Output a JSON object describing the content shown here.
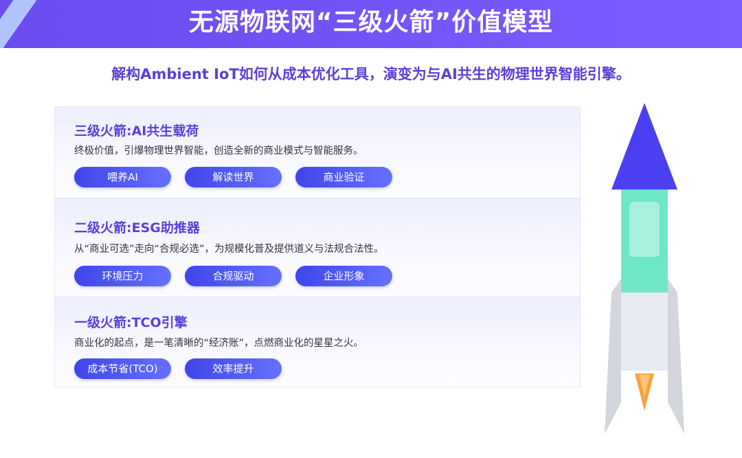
{
  "header": {
    "title": "无源物联网“三级火箭”价值模型",
    "subtitle": "解构Ambient IoT如何从成本优化工具，演变为与AI共生的物理世界智能引擎。"
  },
  "tiers": [
    {
      "title": "三级火箭:AI共生载荷",
      "desc": "终极价值，引爆物理世界智能，创造全新的商业模式与智能服务。",
      "tags": [
        "喂养AI",
        "解读世界",
        "商业验证"
      ]
    },
    {
      "title": "二级火箭:ESG助推器",
      "desc": "从“商业可选”走向“合规必选”，为规模化普及提供道义与法规合法性。",
      "tags": [
        "环境压力",
        "合规驱动",
        "企业形象"
      ]
    },
    {
      "title": "一级火箭:TCO引擎",
      "desc": "商业化的起点，是一笔清晰的“经济账”，点燃商业化的星星之火。",
      "tags": [
        "成本节省(TCO)",
        "效率提升"
      ]
    }
  ],
  "colors": {
    "banner": "#6b4cf0",
    "accent_text": "#5a3fdc",
    "pill_start": "#3f46e8",
    "pill_end": "#6670ff",
    "rocket_nose": "#4b3ff2",
    "rocket_body": "#6ee6c8",
    "rocket_base": "#e8eaf2",
    "rocket_flame": "#f6a13b"
  }
}
